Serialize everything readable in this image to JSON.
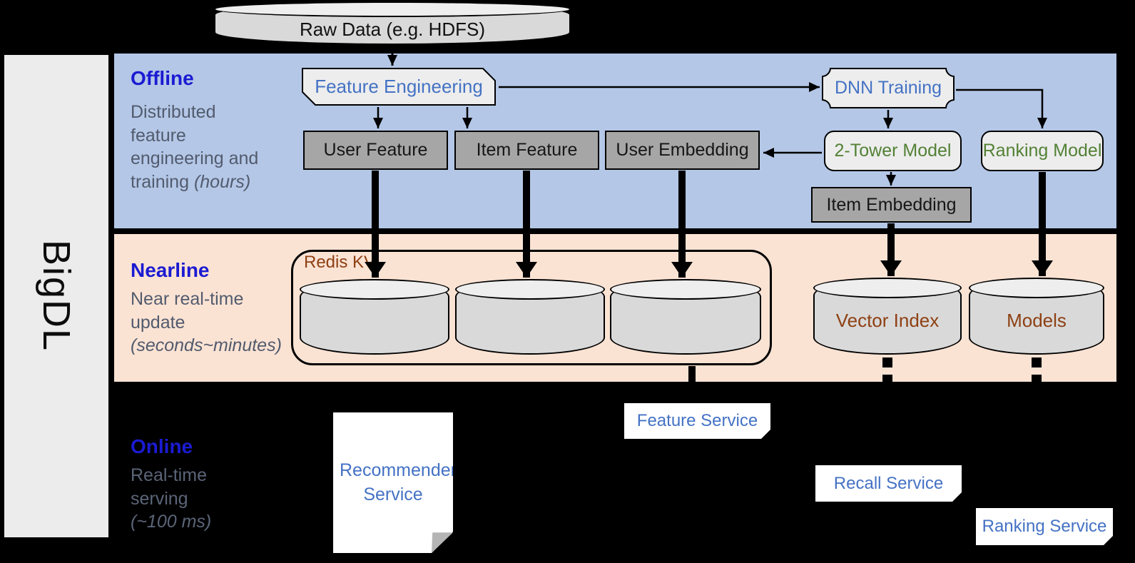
{
  "diagram": {
    "brand": "BigDL",
    "raw_data": "Raw Data (e.g. HDFS)",
    "sections": {
      "offline": {
        "title": "Offline",
        "description": "Distributed feature engineering and training",
        "duration": "(hours)"
      },
      "nearline": {
        "title": "Nearline",
        "description": "Near real-time update",
        "duration": "(seconds~minutes)"
      },
      "online": {
        "title": "Online",
        "description": "Real-time serving",
        "duration": "(~100 ms)"
      }
    },
    "nodes": {
      "feature_engineering": "Feature Engineering",
      "dnn_training": "DNN Training",
      "user_feature": "User Feature",
      "item_feature": "Item Feature",
      "user_embedding": "User Embedding",
      "two_tower_model": "2-Tower Model",
      "ranking_model": "Ranking Model",
      "item_embedding": "Item Embedding",
      "redis_kv": "Redis KV",
      "vector_index": "Vector Index",
      "models": "Models",
      "recommender_service": "Recommender Service",
      "feature_service": "Feature Service",
      "recall_service": "Recall Service",
      "ranking_service": "Ranking Service"
    },
    "colors": {
      "offline_bg": "#b4c7e7",
      "nearline_bg": "#fbe3d4",
      "online_bg": "#000000",
      "section_title": "#1b1bd2",
      "section_text": "#525b6d",
      "process_text_blue": "#4472c4",
      "model_text_green": "#538135",
      "store_text_brown": "#8e4013",
      "gray_node": "#a6a6a6",
      "light_node": "#ededed",
      "cylinder_body": "#d9d9d9"
    }
  }
}
